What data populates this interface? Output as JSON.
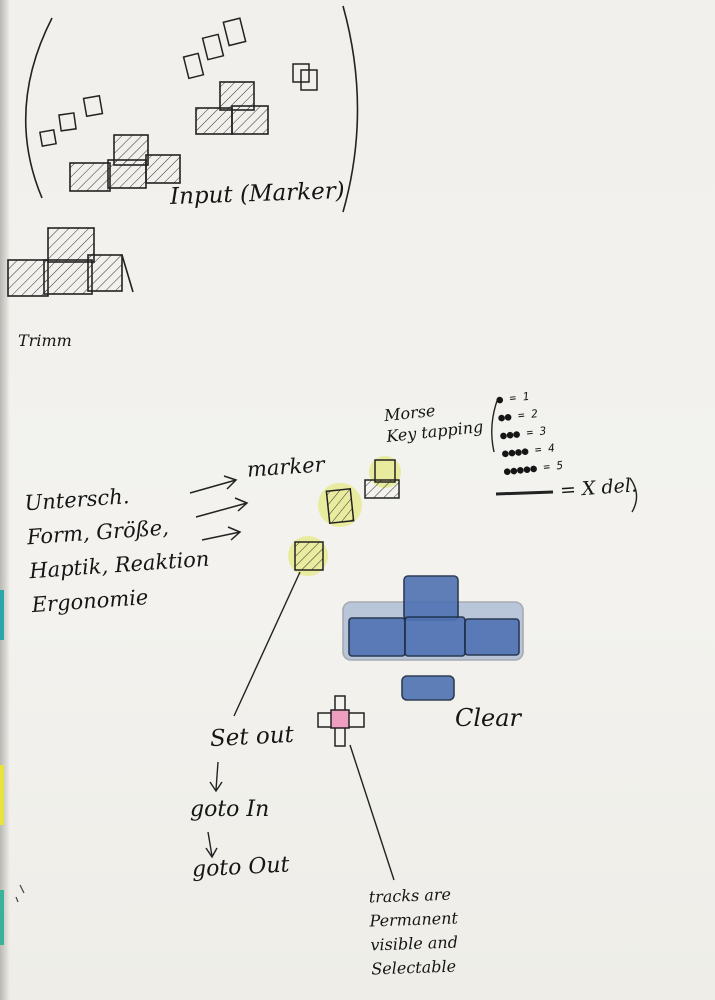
{
  "image": {
    "kind": "hand-drawn sketch on paper",
    "colors": {
      "paper": "#f2f1ed",
      "ink": "#151515",
      "highlight_yellow": "#e6ea8f",
      "marker_blue": "#4f72b3",
      "highlight_pink": "#ee9fc0",
      "edge_tab_cyan": "#2aa7a9",
      "edge_tab_yellow": "#e8e23c"
    }
  },
  "labels": {
    "input": "Input (Marker)",
    "trimm": "Trimm",
    "morse": "Morse\nKey tapping",
    "marker": "marker",
    "differences": "Untersch.\nForm, Größe,\nHaptik, Reaktion\nErgonomie",
    "clear": "Clear",
    "set_out": "Set out",
    "goto_in": "goto In",
    "goto_out": "goto Out",
    "tracks": "tracks are\nPermanent\nvisible and\nSelectable",
    "legend": "● = 1\n●● = 2\n●●● = 3\n●●●● = 4\n●●●●● = 5",
    "x_del": "= X del."
  },
  "icons": {
    "input_blocks": "hatched-block-stack-icon",
    "marker_tokens": "hatched-marker-token-icon",
    "timeline": "blue-track-blocks-icon",
    "cursor": "crosshair-playhead-icon"
  }
}
